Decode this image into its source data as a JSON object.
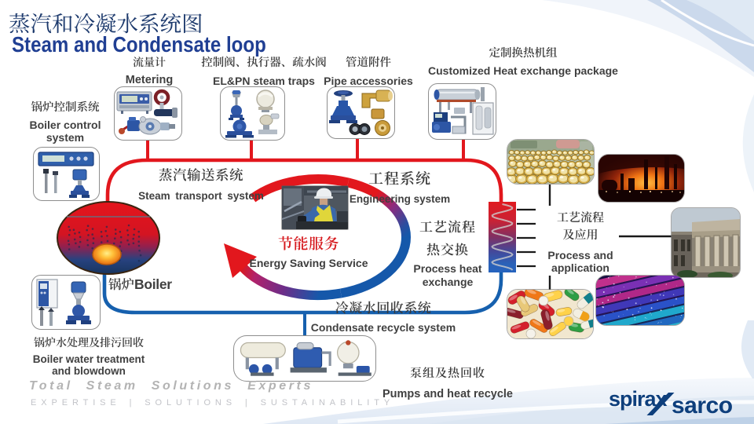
{
  "title": {
    "zh": "蒸汽和冷凝水系统图",
    "en": "Steam and Condensate loop"
  },
  "labels": {
    "metering": {
      "zh": "流量计",
      "en": "Metering"
    },
    "traps": {
      "zh": "控制阀、执行器、疏水阀",
      "en": "EL&PN steam traps"
    },
    "pipe_accessories": {
      "zh": "管道附件",
      "en": "Pipe accessories"
    },
    "heat_exchange_package": {
      "zh": "定制换热机组",
      "en": "Customized Heat exchange package"
    },
    "boiler_control": {
      "zh": "锅炉控制系统",
      "en_line1": "Boiler control",
      "en_line2": "system"
    },
    "steam_transport": {
      "zh": "蒸汽输送系统",
      "en": "Steam transport  system"
    },
    "engineering": {
      "zh": "工程系统",
      "en": "Engineering system"
    },
    "energy_saving": {
      "zh": "节能服务",
      "en": "Energy Saving Service"
    },
    "process_heat": {
      "zh_line1": "工艺流程",
      "zh_line2": "热交换",
      "en_line1": "Process heat",
      "en_line2": "exchange"
    },
    "process_application": {
      "zh_line1": "工艺流程",
      "zh_line2": "及应用",
      "en_line1": "Process and",
      "en_line2": "application"
    },
    "boiler": {
      "zh": "锅炉",
      "en": "Boiler"
    },
    "boiler_water": {
      "zh": "锅炉水处理及排污回收",
      "en_line1": "Boiler water treatment",
      "en_line2": "and blowdown"
    },
    "condensate": {
      "zh": "冷凝水回收系统",
      "en": "Condensate recycle system"
    },
    "pumps": {
      "zh": "泵组及热回收",
      "en": "Pumps and heat recycle"
    }
  },
  "footer": {
    "tagline": "Total Steam Solutions Experts",
    "values_line": "EXPERTISE | SOLUTIONS | SUSTAINABILITY"
  },
  "logo": {
    "word1": "spirax",
    "word2": "sarco"
  },
  "photos": {
    "metering": "metering instruments",
    "traps": "control valves, actuators and steam traps",
    "pipe_accessories": "pipeline accessory fittings",
    "heat_exchange_package": "customized heat exchange skid",
    "boiler_control": "boiler control instruments",
    "boiler_water": "boiler water treatment equipment",
    "pumps": "condensate pump packages",
    "canning_line": "food canning line",
    "refinery": "oil refinery at night",
    "museum_building": "classical public building",
    "textile": "colorful textile fibres",
    "pills": "pharmaceutical capsules",
    "service_engineer": "service engineer at work"
  },
  "colors": {
    "steam_red": "#e2171d",
    "condensate_blue": "#1660ae",
    "title_navy": "#1d3a6d",
    "subtitle_blue": "#203f93",
    "energy_red": "#d6191d",
    "text_dark": "#404040",
    "footer_gray": "#b3b3b3",
    "logo_navy": "#0e3f7c"
  }
}
